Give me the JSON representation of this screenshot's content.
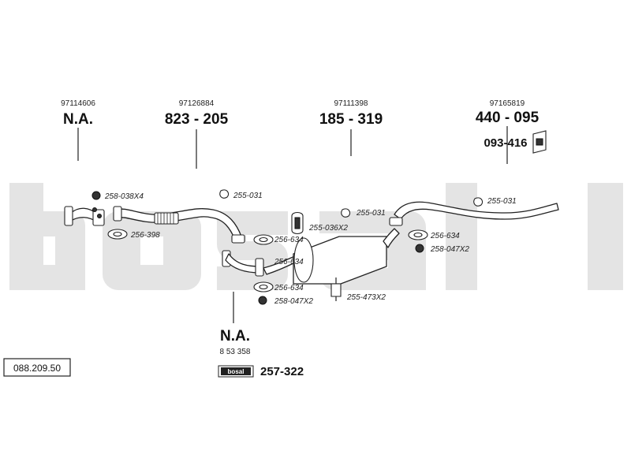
{
  "watermark_color": "#e4e4e4",
  "references": [
    {
      "oem": "97114606",
      "number": "N.A."
    },
    {
      "oem": "97126884",
      "number": "823 - 205"
    },
    {
      "oem": "97111398",
      "number": "185 - 319"
    },
    {
      "oem": "97165819",
      "number": "440 - 095"
    }
  ],
  "hanger_ref": "093-416",
  "bottom_ref": {
    "number": "N.A.",
    "oem": "8 53 358"
  },
  "diagram_id": "088.209.50",
  "logo": {
    "text": "bosal",
    "part_number": "257-322"
  },
  "parts": [
    "258-038X4",
    "256-398",
    "255-031",
    "256-634",
    "256-634",
    "256-634",
    "258-047X2",
    "255-036X2",
    "255-031",
    "255-473X2",
    "256-634",
    "258-047X2",
    "255-031"
  ]
}
